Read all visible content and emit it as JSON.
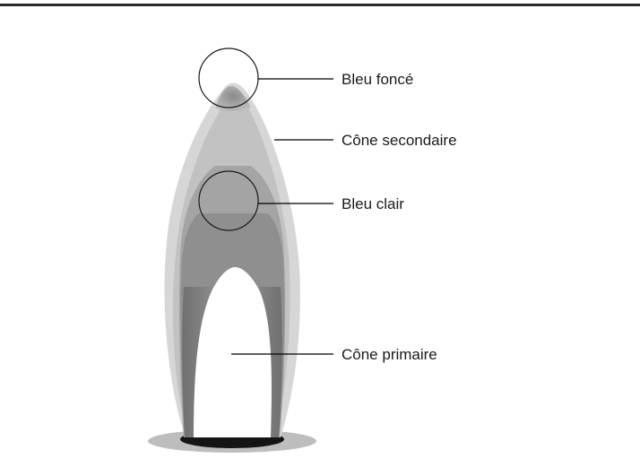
{
  "labels": {
    "dark_blue": "Bleu foncé",
    "secondary_cone": "Cône secondaire",
    "light_blue": "Bleu clair",
    "primary_cone": "Cône primaire"
  },
  "colors": {
    "rule": "#2a2a2a",
    "flame_outer": "#d6d6d6",
    "flame_mid": "#b5b5b5",
    "flame_inner": "#8f8f8f",
    "flame_core": "#6e6e6e",
    "tip": "#9a9a9a",
    "base_shadow": "#bdbdbd",
    "base_hole": "#141414",
    "leader_line": "#000000"
  }
}
